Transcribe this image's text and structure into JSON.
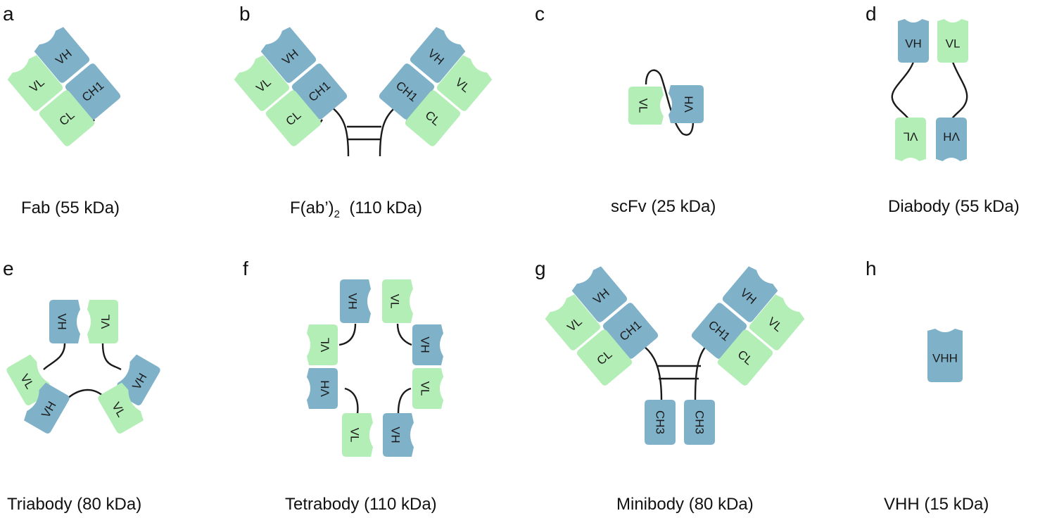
{
  "panels": [
    {
      "letter": "a",
      "caption": "Fab (55 kDa)"
    },
    {
      "letter": "b",
      "caption_main": "F(ab’)",
      "caption_sub": "2",
      "caption_tail": "  (110 kDa)"
    },
    {
      "letter": "c",
      "caption": "scFv (25 kDa)"
    },
    {
      "letter": "d",
      "caption": "Diabody (55 kDa)"
    },
    {
      "letter": "e",
      "caption": "Triabody (80 kDa)"
    },
    {
      "letter": "f",
      "caption": "Tetrabody (110 kDa)"
    },
    {
      "letter": "g",
      "caption": "Minibody (80 kDa)"
    },
    {
      "letter": "h",
      "caption": "VHH (15 kDa)"
    }
  ],
  "domain_labels": {
    "vh": "VH",
    "vl": "VL",
    "ch1": "CH1",
    "cl": "CL",
    "ch3": "CH3",
    "vhh": "VHH"
  },
  "colors": {
    "heavy": "#7fb2c9",
    "light": "#b4eeb7",
    "linker": "#1a1a1a",
    "text": "#111111"
  }
}
